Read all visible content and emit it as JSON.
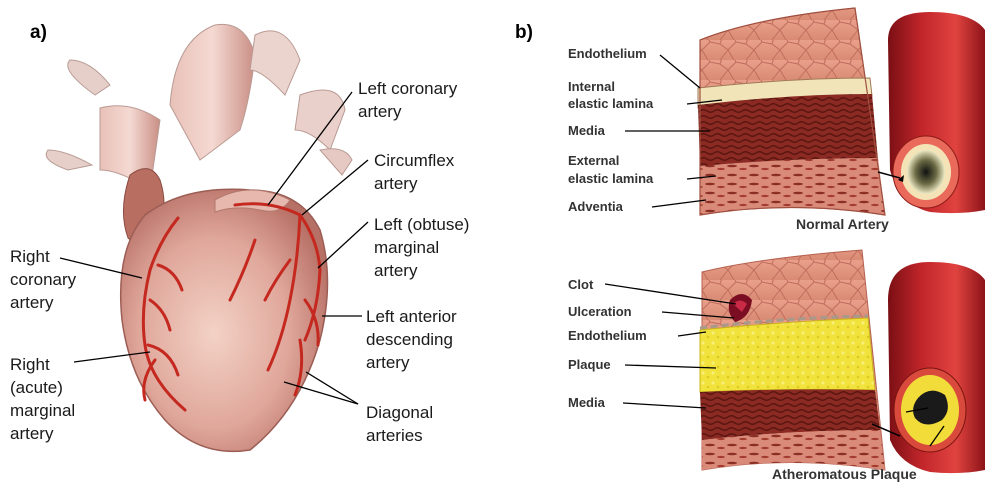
{
  "panel_a": {
    "label": "a)",
    "labels": {
      "left_coronary": [
        "Left coronary",
        "artery"
      ],
      "circumflex": [
        "Circumflex",
        "artery"
      ],
      "left_obtuse_marginal": [
        "Left (obtuse)",
        "marginal",
        "artery"
      ],
      "right_coronary": [
        "Right",
        "coronary",
        "artery"
      ],
      "left_anterior_descending": [
        "Left anterior",
        "descending",
        "artery"
      ],
      "right_acute_marginal": [
        "Right",
        "(acute)",
        "marginal",
        "artery"
      ],
      "diagonal": [
        "Diagonal",
        "arteries"
      ]
    }
  },
  "panel_b": {
    "label": "b)",
    "normal": {
      "caption": "Normal Artery",
      "labels": {
        "endothelium": "Endothelium",
        "internal_elastic": [
          "Internal",
          "elastic lamina"
        ],
        "media": "Media",
        "external_elastic": [
          "External",
          "elastic lamina"
        ],
        "adventia": "Adventia"
      }
    },
    "plaque": {
      "caption": "Atheromatous Plaque",
      "labels": {
        "clot": "Clot",
        "ulceration": "Ulceration",
        "endothelium": "Endothelium",
        "plaque": "Plaque",
        "media": "Media"
      }
    }
  }
}
